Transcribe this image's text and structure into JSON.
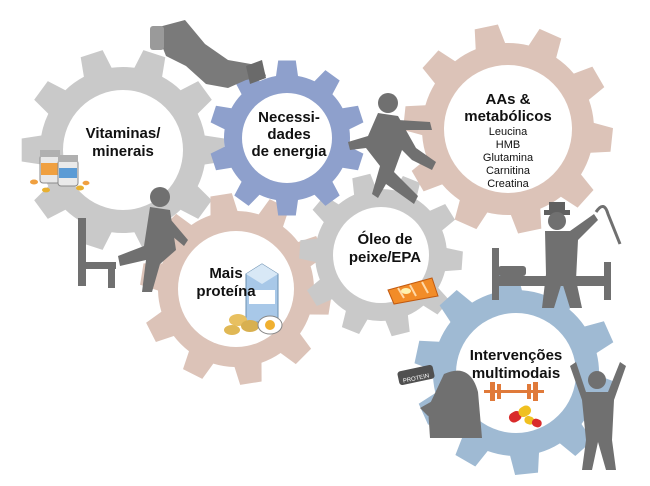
{
  "gears": [
    {
      "id": "vitaminas",
      "title_lines": [
        "Vitaminas/",
        "minerais"
      ],
      "items": [],
      "color": "#c9c9c9"
    },
    {
      "id": "energia",
      "title_lines": [
        "Necessi-",
        "dades",
        "de energia"
      ],
      "items": [],
      "color": "#8ea0cc"
    },
    {
      "id": "aas",
      "title_lines": [
        "AAs &",
        "metabólicos"
      ],
      "items": [
        "Leucina",
        "HMB",
        "Glutamina",
        "Carnitina",
        "Creatina"
      ],
      "color": "#dcc3b8"
    },
    {
      "id": "proteina",
      "title_lines": [
        "Mais",
        "proteína"
      ],
      "items": [],
      "color": "#dcc3b8"
    },
    {
      "id": "oleo",
      "title_lines": [
        "Óleo de",
        "peixe/EPA"
      ],
      "items": [],
      "color": "#c9c9c9"
    },
    {
      "id": "intervencoes",
      "title_lines": [
        "Intervenções",
        "multimodais"
      ],
      "items": [],
      "color": "#9fbad3"
    }
  ],
  "icons": [
    "pill-bottles-icon",
    "wrench-hand-icon",
    "running-person-icon",
    "elderly-person-chair-icon",
    "milk-carton-icon",
    "fish-fillet-icon",
    "person-with-cane-icon",
    "bed-icon",
    "person-drinking-icon",
    "barbell-icon",
    "capsule-icon",
    "person-arms-raised-icon"
  ],
  "labels": {
    "protein_bottle": "PROTEIN"
  }
}
